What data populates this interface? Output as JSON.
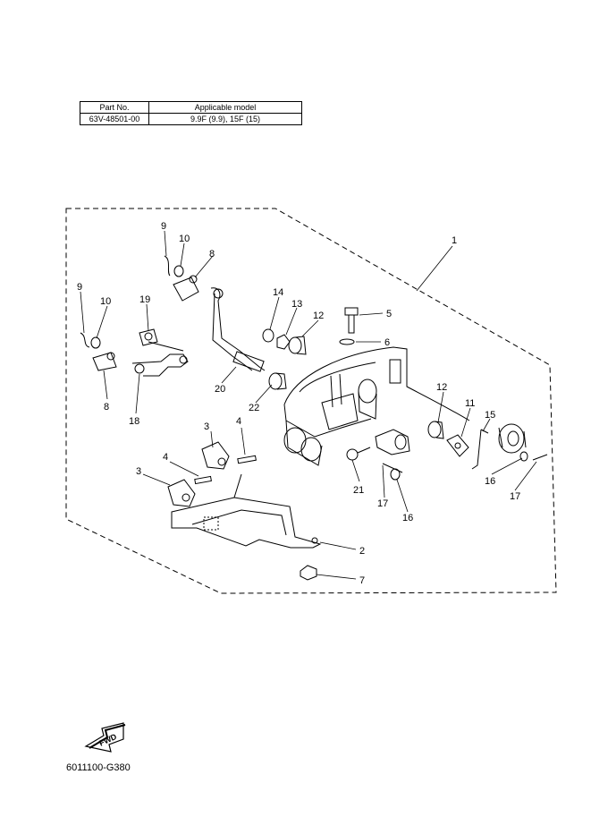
{
  "table": {
    "headers": [
      "Part No.",
      "Applicable model"
    ],
    "rows": [
      [
        "63V-48501-00",
        "9.9F (9.9), 15F (15)"
      ]
    ]
  },
  "callouts": {
    "c1": "1",
    "c2": "2",
    "c3a": "3",
    "c3b": "3",
    "c4a": "4",
    "c4b": "4",
    "c5": "5",
    "c6": "6",
    "c7": "7",
    "c8a": "8",
    "c8b": "8",
    "c9a": "9",
    "c9b": "9",
    "c10a": "10",
    "c10b": "10",
    "c11": "11",
    "c12a": "12",
    "c12b": "12",
    "c13": "13",
    "c14": "14",
    "c15": "15",
    "c16a": "16",
    "c16b": "16",
    "c17a": "17",
    "c17b": "17",
    "c18": "18",
    "c19": "19",
    "c20": "20",
    "c21": "21",
    "c22": "22"
  },
  "fwd_label": "FWD",
  "drawing_code": "6011100-G380"
}
